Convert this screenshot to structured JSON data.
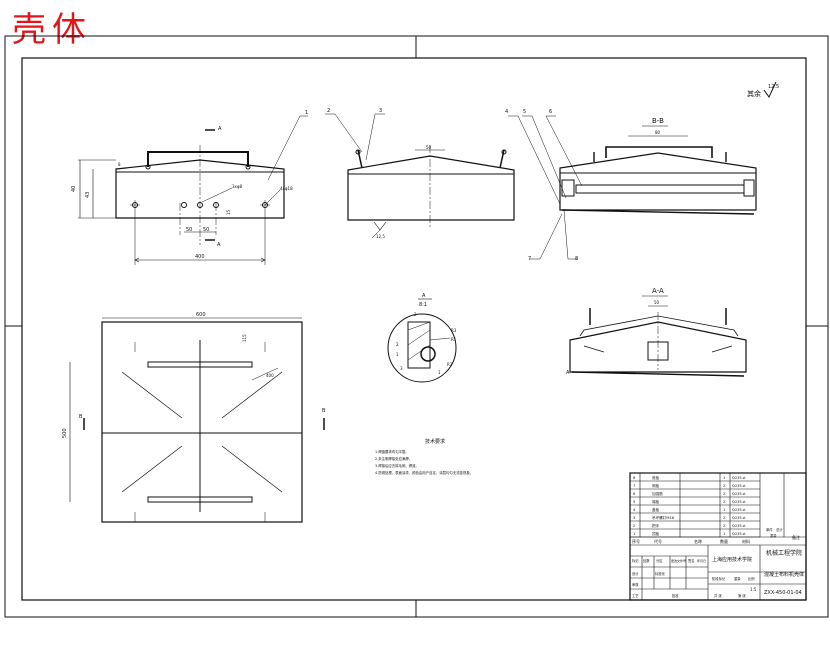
{
  "title": "壳体",
  "drawing": {
    "roughness_label": "其余",
    "roughness_value": "12.5",
    "views": {
      "front": {
        "section_marker": "A",
        "dims": {
          "height_total": "40",
          "height_body": "43",
          "left_detail": "8",
          "hole_spacing_a": "50",
          "hole_spacing_b": "50",
          "height_small": "15",
          "hole_label": "3xφ8",
          "thread_label": "4xφ18",
          "width_total": "400"
        },
        "balloons": [
          "1"
        ]
      },
      "side": {
        "dims": {
          "top_width": "50",
          "roughness": "12.5"
        },
        "balloons": [
          "2",
          "3"
        ]
      },
      "section_bb": {
        "label": "B-B",
        "dims": {
          "width": "80"
        },
        "balloons": [
          "4",
          "5",
          "6",
          "7",
          "8"
        ]
      },
      "top": {
        "dims": {
          "width": "600",
          "height": "500",
          "offset": "115",
          "diag": "400"
        },
        "section_marker": "B"
      },
      "detail": {
        "label": "A",
        "scale": "8:1",
        "dims": [
          "2",
          "R3",
          "R1",
          "2",
          "1",
          "3",
          "R3",
          "1"
        ]
      },
      "section_aa": {
        "label": "A-A",
        "dims": {
          "width": "50"
        },
        "marker": "A"
      }
    },
    "tech_req": {
      "heading": "技术要求",
      "lines": [
        "1.焊缝要求均匀平整。",
        "2.未注明焊接处应满焊。",
        "3.焊接后应去除毛刺、焊渣。",
        "4.防锈处理，表面涂漆，颜色由用户自定，涂层均匀无流挂现象。"
      ]
    },
    "parts": [
      {
        "no": "8",
        "name": "底板",
        "qty": "1",
        "material": "Q235-A"
      },
      {
        "no": "7",
        "name": "侧板",
        "qty": "2",
        "material": "Q235-A"
      },
      {
        "no": "6",
        "name": "加强筋",
        "qty": "2",
        "material": "Q235-A"
      },
      {
        "no": "5",
        "name": "端板",
        "qty": "2",
        "material": "Q235-A"
      },
      {
        "no": "4",
        "name": "盖板",
        "qty": "1",
        "material": "Q235-A"
      },
      {
        "no": "3",
        "name": "吊环螺钉M16",
        "qty": "2",
        "material": "Q235-A"
      },
      {
        "no": "2",
        "name": "把手",
        "qty": "2",
        "material": "Q235-A"
      },
      {
        "no": "1",
        "name": "顶板",
        "qty": "1",
        "material": "Q235-A"
      }
    ],
    "parts_header": {
      "no": "序号",
      "code": "代号",
      "name": "名称",
      "qty": "数量",
      "material": "材料",
      "unit_weight": "单件",
      "total_weight": "总计",
      "weight": "重量",
      "note": "备注"
    },
    "title_block": {
      "school": "上海应用技术学院",
      "dept": "机械工程学院",
      "drawing_name": "混凝土布料机壳体",
      "drawing_no": "ZXX-450-01-04",
      "labels": [
        "标记",
        "处数",
        "分区",
        "更改文件号",
        "签名",
        "年月日",
        "设计",
        "标准化",
        "审核",
        "工艺",
        "批准",
        "阶段标记",
        "重量",
        "比例",
        "共 张",
        "第 张"
      ],
      "scale": "1:5"
    }
  }
}
